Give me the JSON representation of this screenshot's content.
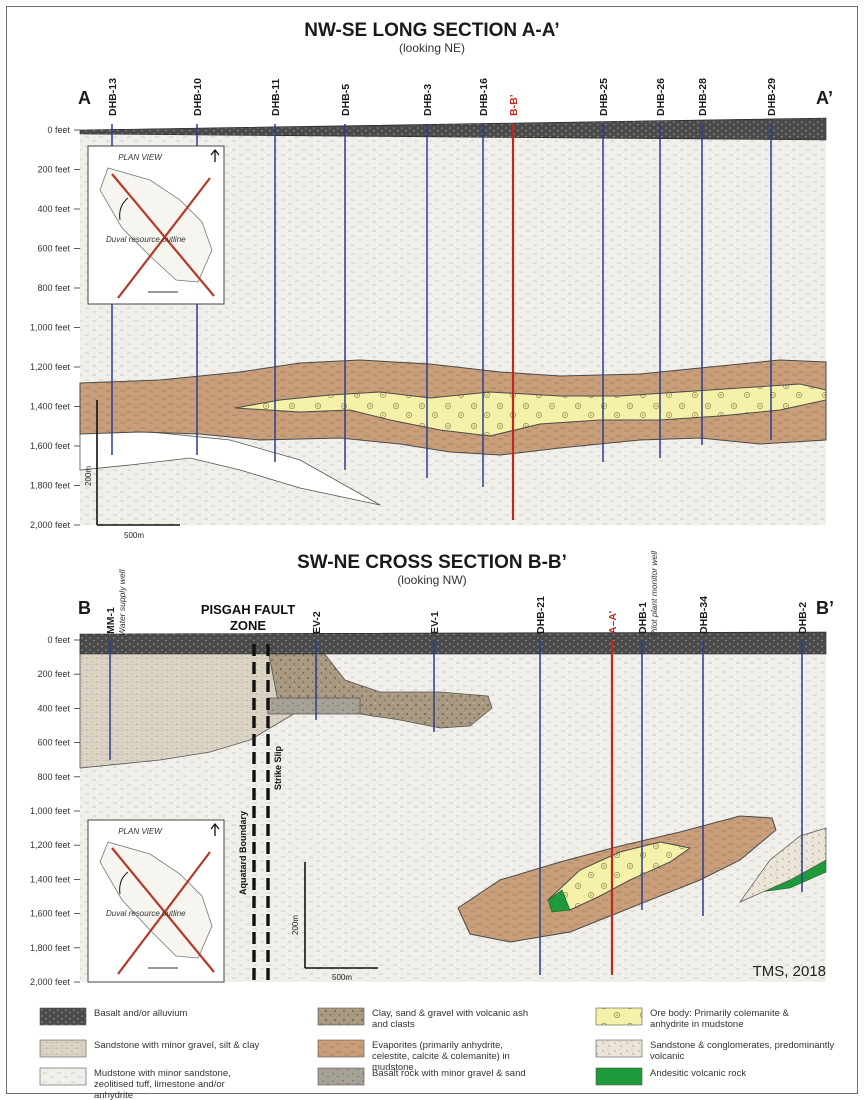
{
  "section_a": {
    "title": "NW-SE LONG SECTION A-A’",
    "subtitle": "(looking NE)",
    "left_end": "A",
    "right_end": "A’",
    "depth_labels": [
      "0 feet",
      "200 feet",
      "400 feet",
      "600 feet",
      "800 feet",
      "1,000 feet",
      "1,200 feet",
      "1,400 feet",
      "1,600 feet",
      "1,800 feet",
      "2,000 feet"
    ],
    "holes": [
      "DHB-13",
      "DHB-10",
      "DHB-11",
      "DHB-5",
      "DHB-3",
      "DHB-16",
      "B-B’",
      "DHB-25",
      "DHB-26",
      "DHB-28",
      "DHB-29"
    ],
    "vertical_scale": "200m",
    "horizontal_scale": "500m",
    "inset": {
      "title": "PLAN VIEW",
      "note": "Duval resource outline"
    }
  },
  "section_b": {
    "title": "SW-NE CROSS SECTION B-B’",
    "subtitle": "(looking NW)",
    "left_end": "B",
    "right_end": "B’",
    "depth_labels": [
      "0 feet",
      "200 feet",
      "400 feet",
      "600 feet",
      "800 feet",
      "1,000 feet",
      "1,200 feet",
      "1,400 feet",
      "1,600 feet",
      "1,800 feet",
      "2,000 feet"
    ],
    "holes": [
      {
        "label": "MM-1",
        "note": "Water supply well"
      },
      {
        "label": "EV-2",
        "note": ""
      },
      {
        "label": "EV-1",
        "note": ""
      },
      {
        "label": "DHB-21",
        "note": ""
      },
      {
        "label": "A–A’",
        "note": ""
      },
      {
        "label": "DHB-1",
        "note": "Pilot plant monitor well"
      },
      {
        "label": "DHB-34",
        "note": ""
      },
      {
        "label": "DHB-2",
        "note": ""
      }
    ],
    "fault": {
      "line1": "PISGAH FAULT",
      "line2": "ZONE",
      "aquitard": "Aquatard Boundary",
      "strike_slip": "Strike Slip"
    },
    "vertical_scale": "200m",
    "horizontal_scale": "500m",
    "inset": {
      "title": "PLAN VIEW",
      "note": "Duval resource outline"
    }
  },
  "credit": "TMS, 2018",
  "legend": [
    {
      "label": "Basalt and/or alluvium",
      "swatch": "basalt"
    },
    {
      "label": "Sandstone with minor gravel, silt & clay",
      "swatch": "sandstone"
    },
    {
      "label": "Mudstone with minor sandstone, zeolitised tuff, limestone and/or anhydrite",
      "swatch": "mudstone"
    },
    {
      "label": "Clay, sand & gravel with volcanic ash and clasts",
      "swatch": "clay"
    },
    {
      "label": "Evaporites (primarily anhydrite, celestite, calcite & colemanite) in mudstone",
      "swatch": "evaporite"
    },
    {
      "label": "Basalt rock with minor gravel & sand",
      "swatch": "basaltrock"
    },
    {
      "label": "Ore body: Primarily colemanite & anhydrite in mudstone",
      "swatch": "ore"
    },
    {
      "label": "Sandstone & conglomerates, predominantly volcanic",
      "swatch": "conglomerate"
    },
    {
      "label": "Andesitic volcanic rock",
      "swatch": "andesite"
    }
  ],
  "colors": {
    "blue_hole": "#2b3d8f",
    "red_section": "#c0281e",
    "basalt": "#4a4a4a",
    "mudstone": "#f0efea",
    "sandstone": "#d9d2c2",
    "evaporite": "#c89f7a",
    "ore": "#f6f1a8",
    "clay": "#a89980",
    "andesite": "#1f9a3a"
  }
}
